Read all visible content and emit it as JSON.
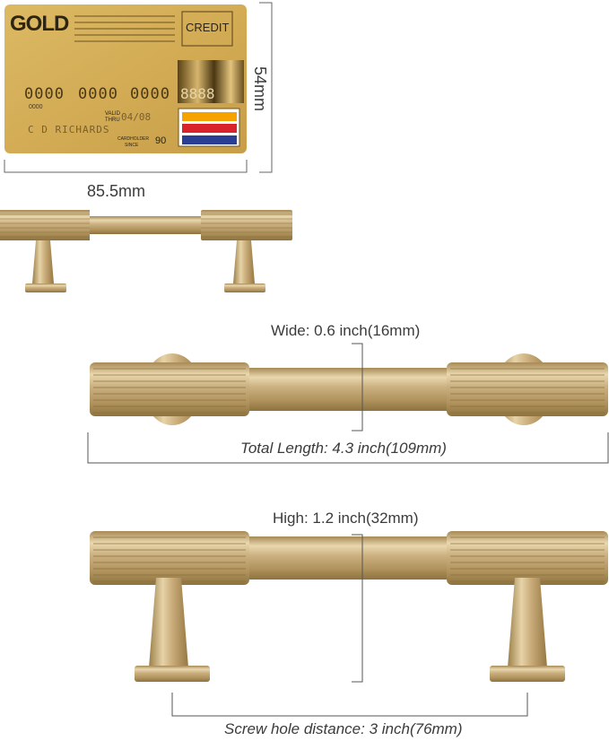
{
  "card": {
    "brand": "GOLD",
    "type_label": "CREDIT",
    "number": [
      "0000",
      "0000",
      "0000",
      "8888"
    ],
    "small_digits": "0000",
    "valid_thru_label_1": "VALID",
    "valid_thru_label_2": "THRU",
    "expiry": "04/08",
    "holder_name": "C D RICHARDS",
    "cardholder_label_1": "CARDHOLDER",
    "cardholder_label_2": "SINCE",
    "since": "90",
    "stripe_colors": [
      "#f5a300",
      "#d8232d",
      "#2a3f93"
    ],
    "gold_color": "#d4ae57"
  },
  "dimensions": {
    "card_height": "54mm",
    "card_width": "85.5mm",
    "wide": "Wide: 0.6 inch(16mm)",
    "total_length": "Total Length: 4.3 inch(109mm)",
    "high": "High: 1.2 inch(32mm)",
    "screw_hole": "Screw hole distance: 3 inch(76mm)"
  },
  "colors": {
    "handle_base": "#c7ab76",
    "handle_highlight": "#efe0bd",
    "handle_shadow": "#9a7f4c",
    "dimension_line": "#555555"
  }
}
